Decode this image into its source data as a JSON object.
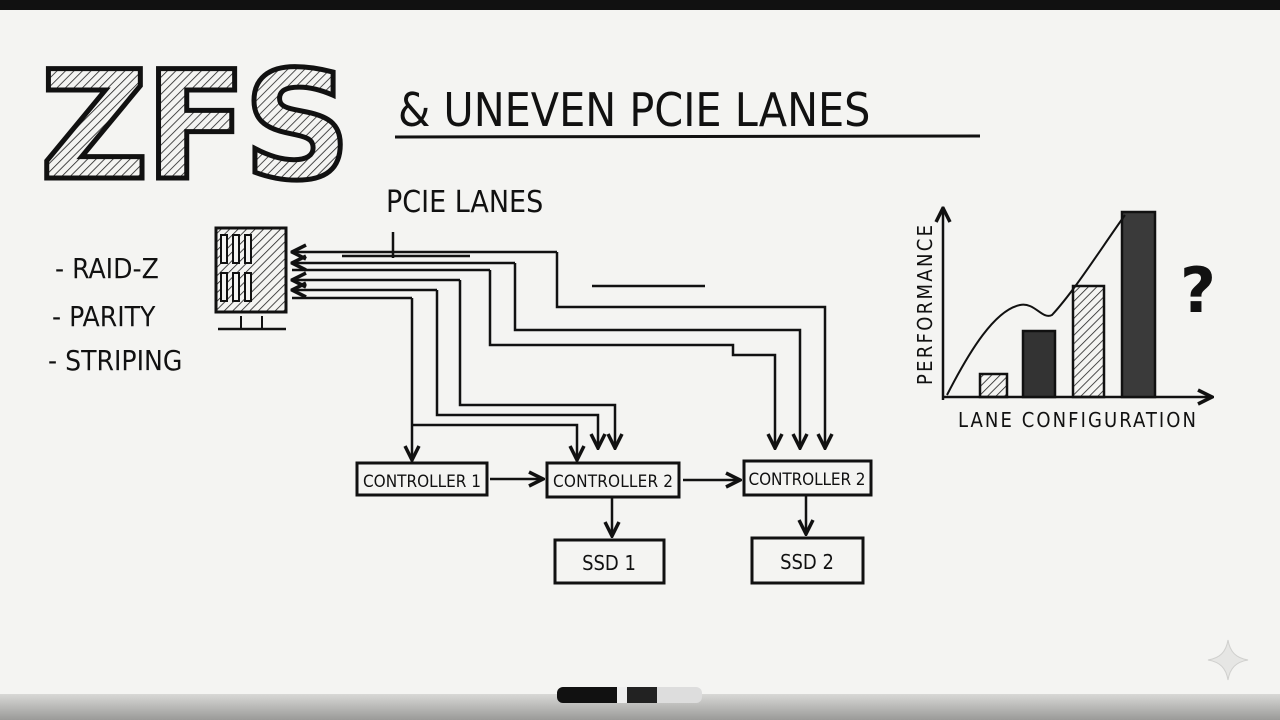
{
  "title": {
    "logo": "ZFS",
    "heading": "& UNEVEN PCIE LANES"
  },
  "features": [
    "- RAID-Z",
    "- PARITY",
    "- STRIPING"
  ],
  "lanes_label": "PCIE LANES",
  "controllers": [
    "CONTROLLER 1",
    "CONTROLLER 2",
    "CONTROLLER 2"
  ],
  "ssds": [
    "SSD 1",
    "SSD 2"
  ],
  "chart": {
    "ylabel": "PERFORMANCE",
    "xlabel": "LANE CONFIGURATION",
    "annotation": "?"
  },
  "colors": {
    "ink": "#111111",
    "board": "#f4f4f2"
  }
}
